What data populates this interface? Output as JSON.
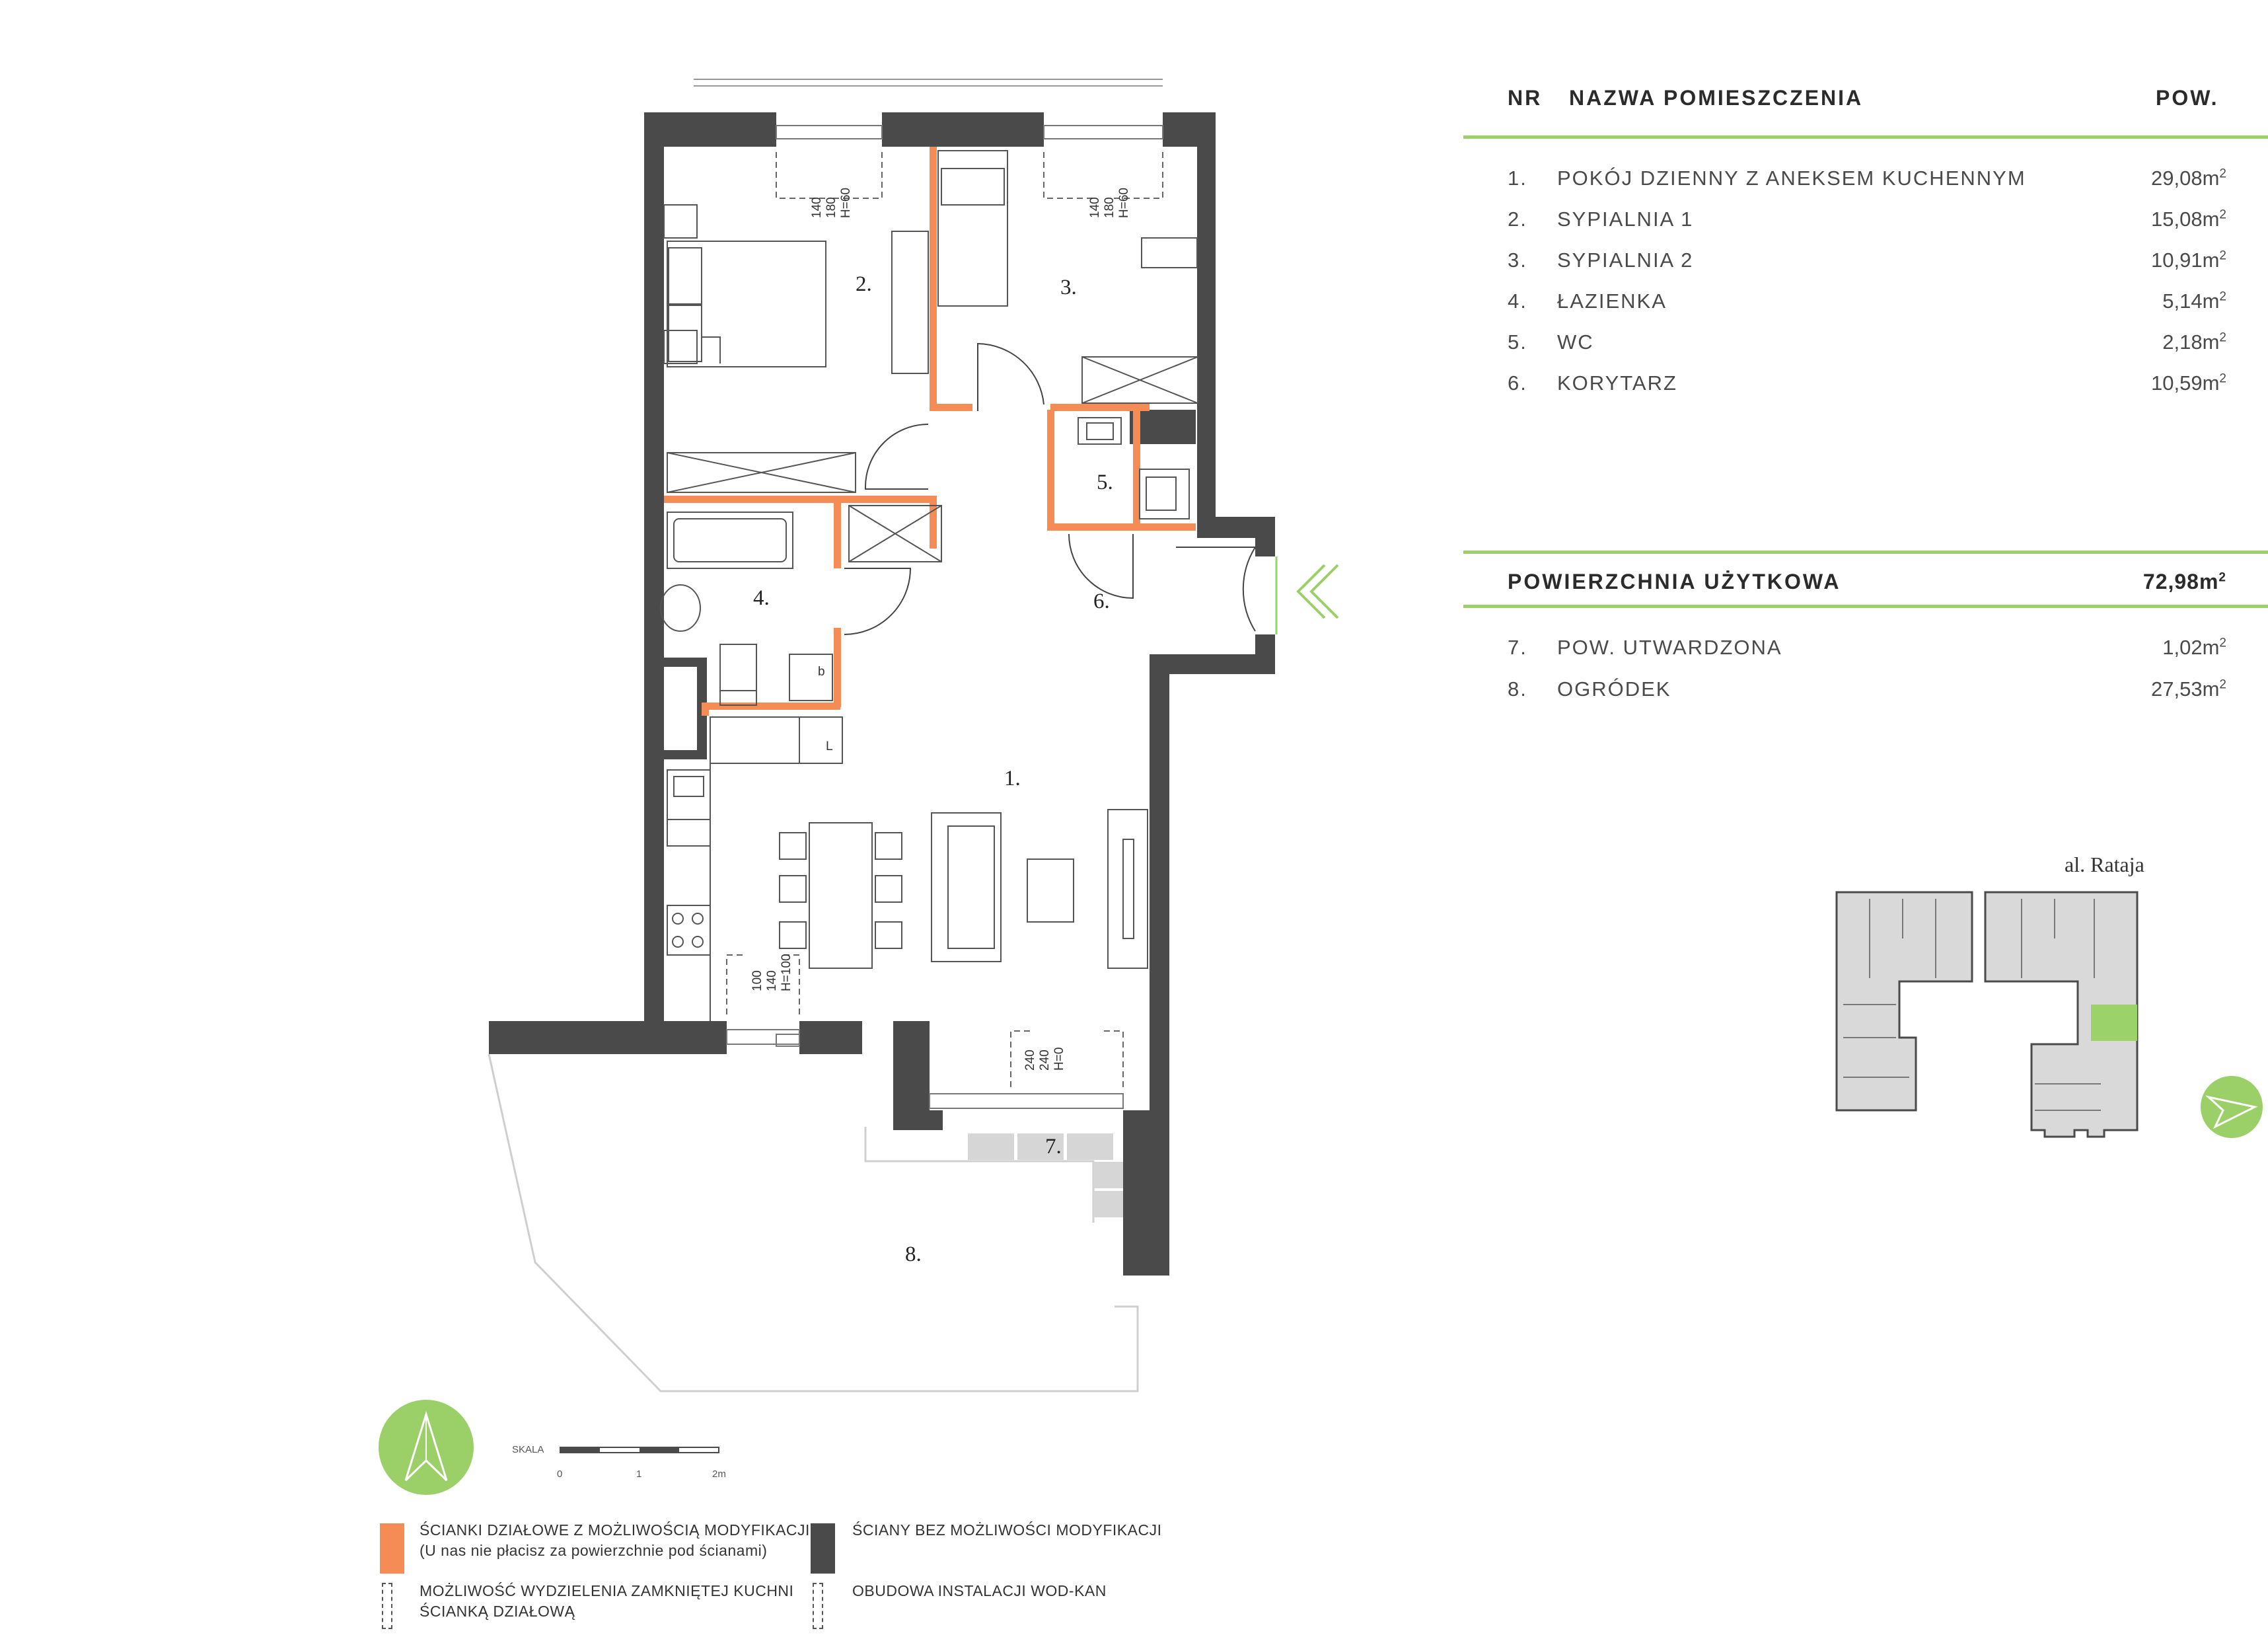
{
  "table": {
    "header": {
      "nr": "NR",
      "name": "NAZWA POMIESZCZENIA",
      "area": "POW."
    },
    "rooms": [
      {
        "nr": "1.",
        "name": "POKÓJ DZIENNY Z ANEKSEM KUCHENNYM",
        "area": "29,08m",
        "unit_exp": "2"
      },
      {
        "nr": "2.",
        "name": "SYPIALNIA 1",
        "area": "15,08m",
        "unit_exp": "2"
      },
      {
        "nr": "3.",
        "name": "SYPIALNIA 2",
        "area": "10,91m",
        "unit_exp": "2"
      },
      {
        "nr": "4.",
        "name": "ŁAZIENKA",
        "area": "5,14m",
        "unit_exp": "2"
      },
      {
        "nr": "5.",
        "name": "WC",
        "area": "2,18m",
        "unit_exp": "2"
      },
      {
        "nr": "6.",
        "name": "KORYTARZ",
        "area": "10,59m",
        "unit_exp": "2"
      }
    ],
    "total": {
      "label": "POWIERZCHNIA UŻYTKOWA",
      "area": "72,98m",
      "unit_exp": "2"
    },
    "extra": [
      {
        "nr": "7.",
        "name": "POW. UTWARDZONA",
        "area": "1,02m",
        "unit_exp": "2"
      },
      {
        "nr": "8.",
        "name": "OGRÓDEK",
        "area": "27,53m",
        "unit_exp": "2"
      }
    ]
  },
  "plan": {
    "room_labels": [
      "1.",
      "2.",
      "3.",
      "4.",
      "5.",
      "6.",
      "7.",
      "8."
    ],
    "window_dims": {
      "bedroom1": [
        "140",
        "180",
        "H=60"
      ],
      "bedroom2": [
        "140",
        "180",
        "H=60"
      ],
      "living": [
        "100",
        "140",
        "H=100"
      ],
      "terrace": [
        "240",
        "240",
        "H=0"
      ]
    },
    "fixture_letters": {
      "boiler": "b",
      "laundry": "L"
    }
  },
  "site": {
    "street": "al. Rataja"
  },
  "scale": {
    "label": "SKALA",
    "ticks": [
      "0",
      "1",
      "2m"
    ]
  },
  "legend": {
    "modifiable_walls": "ŚCIANKI DZIAŁOWE Z MOŻLIWOŚCIĄ MODYFIKACJI",
    "modifiable_note": "(U nas nie płacisz za powierzchnie pod ścianami)",
    "fixed_walls": "ŚCIANY BEZ MOŻLIWOŚCI MODYFIKACJI",
    "kitchen_line1": "MOŻLIWOŚĆ WYDZIELENIA ZAMKNIĘTEJ KUCHNI",
    "kitchen_line2": "ŚCIANKĄ DZIAŁOWĄ",
    "installations": "OBUDOWA INSTALACJI WOD-KAN"
  },
  "colors": {
    "wall_fixed": "#4a4a4a",
    "wall_modifiable": "#f58b55",
    "accent_green": "#9bcf68",
    "apartment_highlight": "#9bd36a",
    "terrace_tile": "#d4d4d4"
  }
}
